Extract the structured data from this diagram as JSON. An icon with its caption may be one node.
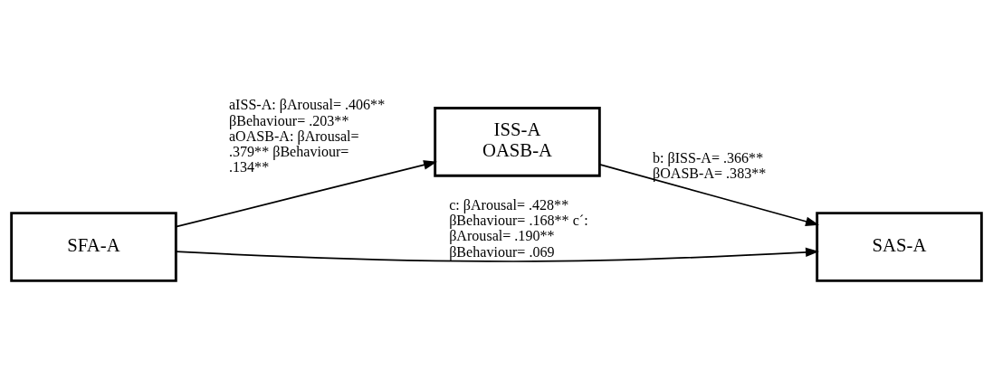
{
  "diagram": {
    "nodes": [
      {
        "text": [
          "SFA-A"
        ]
      },
      {
        "text": [
          "ISS-A",
          "OASB-A"
        ]
      },
      {
        "text": [
          "SAS-A"
        ]
      }
    ],
    "edges": [
      {
        "from": 0,
        "to": 1,
        "arrow": "to",
        "label": "aISS-A: βArousal= .406** βBehaviour= .203** aOASB-A: βArousal= .379** βBehaviour= .134**"
      },
      {
        "from": 1,
        "to": 2,
        "arrow": "to",
        "label": "b: βISS-A= .366** βOASB-A= .383**"
      },
      {
        "from": 0,
        "to": 2,
        "arrow": "to",
        "label": "c: βArousal= .428** βBehaviour= .168** c´: βArousal= .190** βBehaviour= .069"
      }
    ]
  }
}
